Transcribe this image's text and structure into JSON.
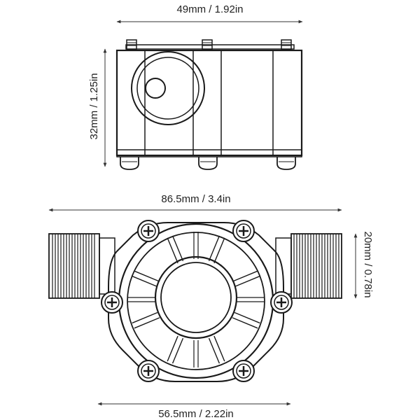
{
  "dimensions": {
    "top_width": "49mm / 1.92in",
    "top_height": "32mm / 1.25in",
    "bottom_overall_width": "86.5mm / 3.4in",
    "bottom_body_width": "56.5mm / 2.22in",
    "bottom_thread": "20mm / 0.78in"
  },
  "colors": {
    "line": "#1a1a1a",
    "background": "#ffffff"
  }
}
